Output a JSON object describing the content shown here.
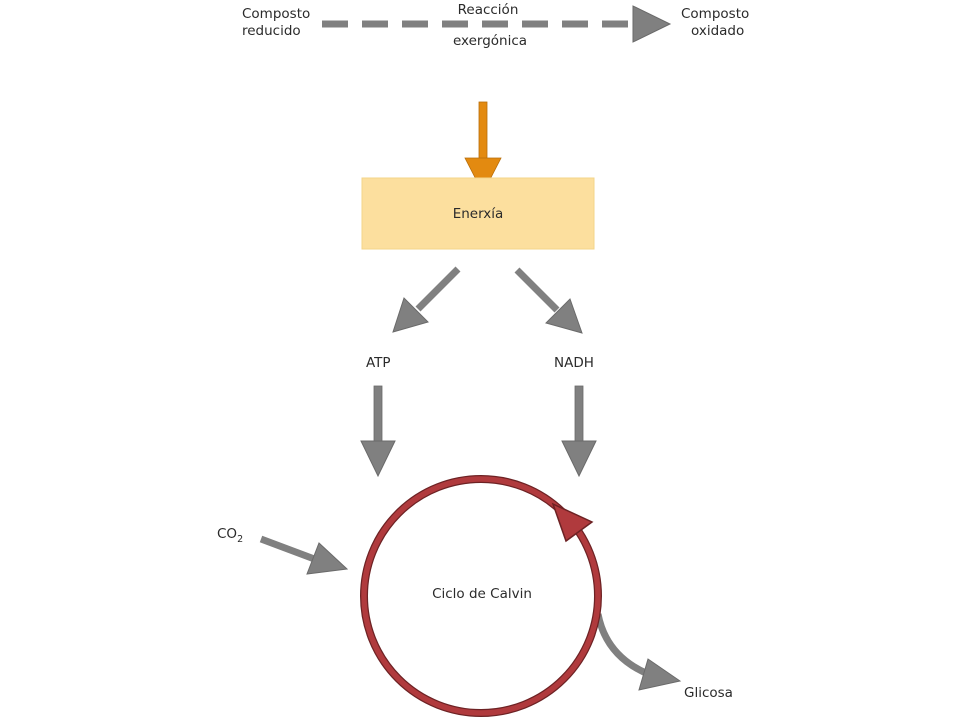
{
  "labels": {
    "reduced_compound_line1": "Composto",
    "reduced_compound_line2": "reducido",
    "reaction_line1": "Reacción",
    "reaction_line2": "exergónica",
    "oxidized_compound_line1": "Composto",
    "oxidized_compound_line2": "oxidado",
    "energy": "Enerxía",
    "atp": "ATP",
    "nadh": "NADH",
    "co2_main": "CO",
    "co2_sub": "2",
    "calvin_cycle": "Ciclo de Calvin",
    "glucose": "Glicosa"
  },
  "colors": {
    "arrow_gray": "#808080",
    "arrow_orange": "#E38A10",
    "energy_box": "#FCDF9E",
    "cycle_red": "#B03A3D",
    "text": "#2b2b2b"
  }
}
